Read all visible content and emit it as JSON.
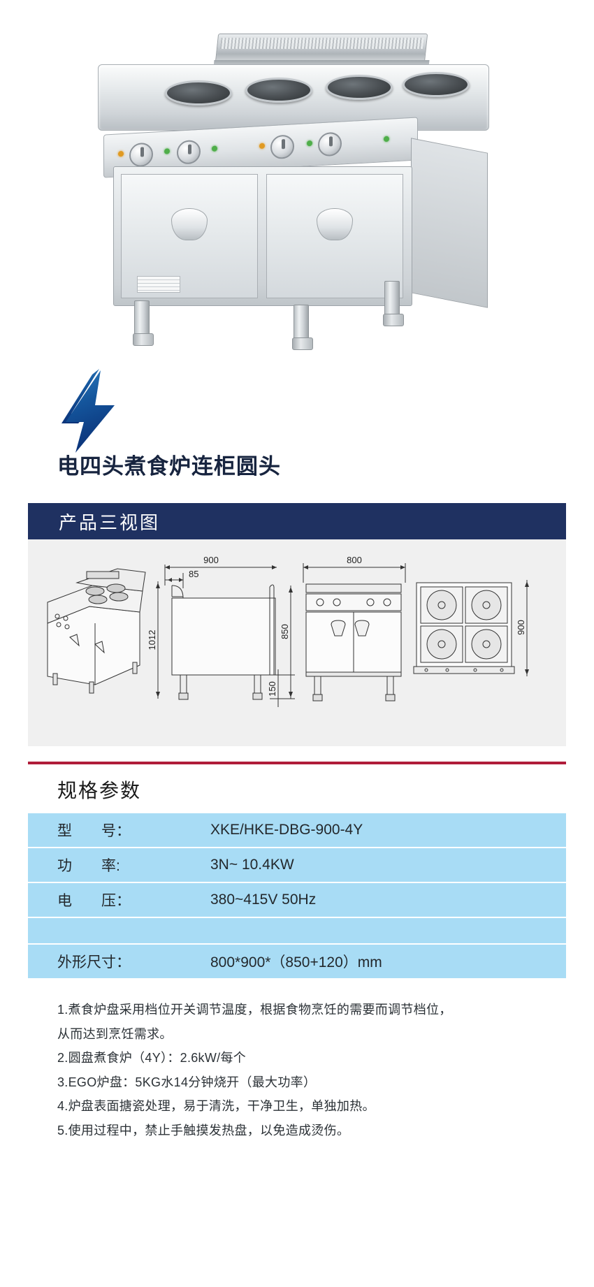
{
  "hero": {
    "alt": "stainless-steel-four-burner-electric-range-with-cabinet",
    "icon_names": [
      "hotplate-burner",
      "control-knob",
      "indicator-led",
      "cabinet-door-handle",
      "adjustable-leg"
    ]
  },
  "title_block": {
    "bolt_icon": "lightning-bolt-icon",
    "bolt_color_top": "#2a73b8",
    "bolt_color_bottom": "#0d3f86",
    "product_title": "电四头煮食炉连柜圆头",
    "title_color": "#17243f"
  },
  "banner": {
    "label": "产品三视图",
    "background": "#1f3161",
    "text_color": "#ffffff"
  },
  "drawings": {
    "background": "#f0f0f0",
    "views": [
      {
        "name": "isometric-view",
        "label": ""
      },
      {
        "name": "side-view",
        "label": ""
      },
      {
        "name": "front-view",
        "label": ""
      },
      {
        "name": "top-view",
        "label": ""
      }
    ],
    "dimensions": {
      "side_depth": "900",
      "side_backsplash_depth": "85",
      "side_total_height": "1012",
      "side_worktop_height": "850",
      "side_leg_height": "150",
      "front_width": "800",
      "top_depth": "900"
    }
  },
  "spec": {
    "rule_color": "#b01c3a",
    "heading": "规格参数",
    "row_background": "#a8dcf5",
    "rows": [
      {
        "key": "型　　号：",
        "value": "XKE/HKE-DBG-900-4Y"
      },
      {
        "key": "功　　率:",
        "value": "3N~  10.4KW"
      },
      {
        "key": "电　　压：",
        "value": "380~415V  50Hz"
      },
      {
        "key": "",
        "value": ""
      },
      {
        "key": "外形尺寸：",
        "value": "800*900*（850+120）mm"
      }
    ]
  },
  "features": {
    "lines": [
      "1.煮食炉盘采用档位开关调节温度，根据食物烹饪的需要而调节档位，",
      "从而达到烹饪需求。",
      "2.圆盘煮食炉（4Y）：2.6kW/每个",
      "3.EGO炉盘：5KG水14分钟烧开（最大功率）",
      "4.炉盘表面搪瓷处理，易于清洗，干净卫生，单独加热。",
      "5.使用过程中，禁止手触摸发热盘，以免造成烫伤。"
    ]
  }
}
